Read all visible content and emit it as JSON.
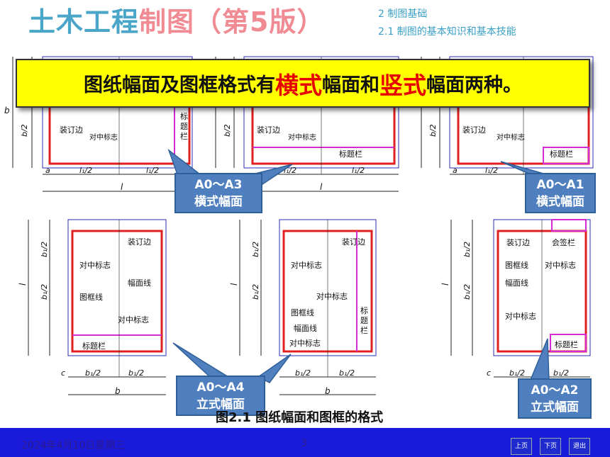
{
  "header": {
    "title_part1": "土木工程",
    "title_part2": "制图（第5版）",
    "section_line1": "2    制图基础",
    "section_line2": "2.1  制图的基本知识和基本技能"
  },
  "banner": {
    "text_a": "图纸幅面及图框格式有",
    "text_red1": "横式",
    "text_b": "幅面和",
    "text_red2": "竖式",
    "text_c": "幅面两种。"
  },
  "callouts": {
    "c1_line1": "A0～A3",
    "c1_line2": "横式幅面",
    "c2_line1": "A0～A1",
    "c2_line2": "横式幅面",
    "c3_line1": "A0～A4",
    "c3_line2": "立式幅面",
    "c4_line1": "A0～A2",
    "c4_line2": "立式幅面"
  },
  "drawing_labels": {
    "binding_edge": "装订边",
    "center_mark": "对中标志",
    "title_block": "标题栏",
    "title_block_vertical": "标题栏",
    "frame_line": "图框线",
    "sheet_edge": "幅面线",
    "signature_block": "会签栏"
  },
  "dims": {
    "b": "b",
    "b_half": "b/2",
    "l": "l",
    "l1_half": "l₁/2",
    "b1_half": "b₁/2",
    "a": "a",
    "c": "c"
  },
  "caption": "图2.1  图纸幅面和图框的格式",
  "footer": {
    "date": "2024年4月10日星期三",
    "page": "3",
    "prev": "上页",
    "next": "下页",
    "exit": "退出"
  },
  "colors": {
    "frame_red": "#e02020",
    "sheet_blue": "#2b2bb8",
    "title_block_magenta": "#d42cd4",
    "banner_yellow": "#ffff00",
    "callout_blue": "#4f7fbe",
    "footer_blue": "#1a1adb"
  }
}
